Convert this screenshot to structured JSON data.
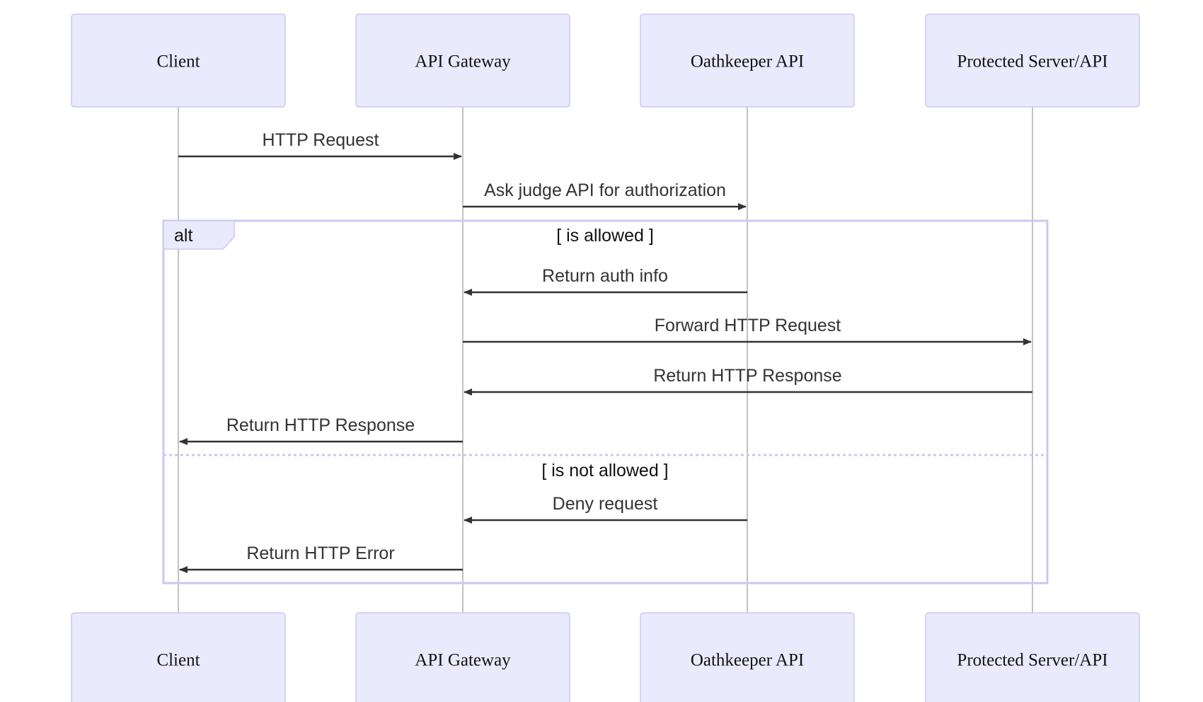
{
  "participants": [
    {
      "id": "client",
      "label": "Client"
    },
    {
      "id": "gateway",
      "label": "API Gateway"
    },
    {
      "id": "oathkeeper",
      "label": "Oathkeeper API"
    },
    {
      "id": "protected",
      "label": "Protected Server/API"
    }
  ],
  "messages": [
    {
      "from": "client",
      "to": "gateway",
      "label": "HTTP Request"
    },
    {
      "from": "gateway",
      "to": "oathkeeper",
      "label": "Ask judge API for authorization"
    },
    {
      "from": "oathkeeper",
      "to": "gateway",
      "label": "Return auth info"
    },
    {
      "from": "gateway",
      "to": "protected",
      "label": "Forward HTTP Request"
    },
    {
      "from": "protected",
      "to": "gateway",
      "label": "Return HTTP Response"
    },
    {
      "from": "gateway",
      "to": "client",
      "label": "Return HTTP Response"
    },
    {
      "from": "oathkeeper",
      "to": "gateway",
      "label": "Deny request"
    },
    {
      "from": "gateway",
      "to": "client",
      "label": "Return HTTP Error"
    }
  ],
  "alt_frame": {
    "label": "alt",
    "sections": [
      {
        "guard": "[ is allowed ]"
      },
      {
        "guard": "[ is not allowed ]"
      }
    ]
  },
  "colors": {
    "actor_fill": "#eaeafd",
    "actor_border": "#c9c8f3",
    "message_line": "#333333",
    "lifeline": "#9b9b9b"
  }
}
